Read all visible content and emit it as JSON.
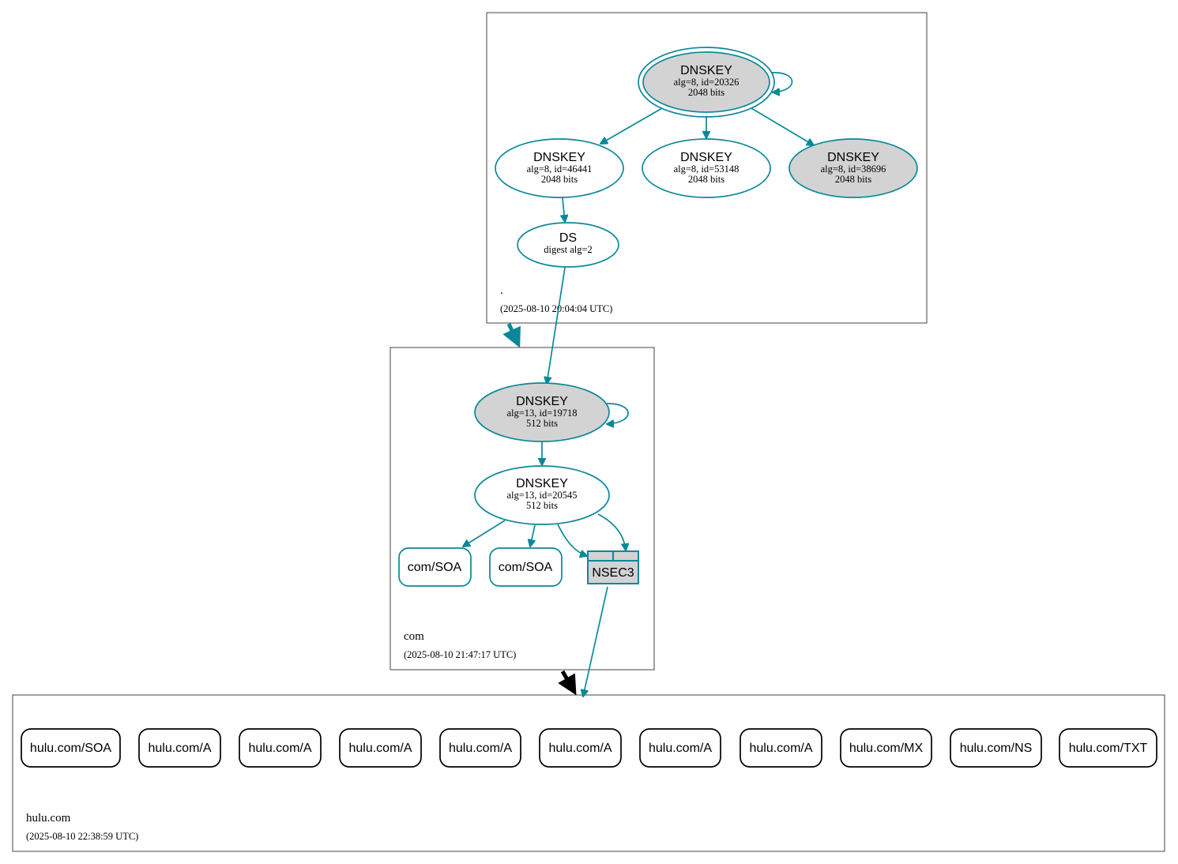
{
  "colors": {
    "edge": "#0a8899",
    "node_stroke": "#0a8899",
    "secure_fill": "#d3d3d3",
    "rr_stroke": "#000000",
    "delegation_insecure": "#000000"
  },
  "zones": {
    "root": {
      "name": ".",
      "timestamp": "(2025-08-10 20:04:04 UTC)"
    },
    "com": {
      "name": "com",
      "timestamp": "(2025-08-10 21:47:17 UTC)"
    },
    "hulu": {
      "name": "hulu.com",
      "timestamp": "(2025-08-10 22:38:59 UTC)"
    }
  },
  "nodes": {
    "root_ksk": {
      "title": "DNSKEY",
      "line1": "alg=8, id=20326",
      "line2": "2048 bits"
    },
    "root_zsk1": {
      "title": "DNSKEY",
      "line1": "alg=8, id=46441",
      "line2": "2048 bits"
    },
    "root_zsk2": {
      "title": "DNSKEY",
      "line1": "alg=8, id=53148",
      "line2": "2048 bits"
    },
    "root_ksk2": {
      "title": "DNSKEY",
      "line1": "alg=8, id=38696",
      "line2": "2048 bits"
    },
    "ds": {
      "title": "DS",
      "line1": "digest alg=2"
    },
    "com_ksk": {
      "title": "DNSKEY",
      "line1": "alg=13, id=19718",
      "line2": "512 bits"
    },
    "com_zsk": {
      "title": "DNSKEY",
      "line1": "alg=13, id=20545",
      "line2": "512 bits"
    },
    "com_soa1": {
      "label": "com/SOA"
    },
    "com_soa2": {
      "label": "com/SOA"
    },
    "nsec3": {
      "label": "NSEC3"
    }
  },
  "hulu_records": [
    "hulu.com/SOA",
    "hulu.com/A",
    "hulu.com/A",
    "hulu.com/A",
    "hulu.com/A",
    "hulu.com/A",
    "hulu.com/A",
    "hulu.com/A",
    "hulu.com/MX",
    "hulu.com/NS",
    "hulu.com/TXT"
  ]
}
